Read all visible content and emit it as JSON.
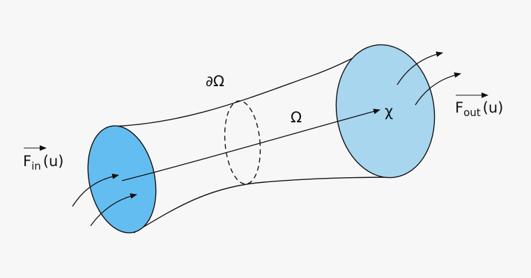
{
  "labels": {
    "boundary": "∂Ω",
    "domain": "Ω",
    "point": "χ",
    "flux_in_symbol": "F",
    "flux_in_subscript": "in",
    "flux_in_arg": "(u)",
    "flux_out_symbol": "F",
    "flux_out_subscript": "out",
    "flux_out_arg": "(u)"
  },
  "colors": {
    "inlet_fill": "#64bdf0",
    "outlet_fill": "#a9d6ef",
    "stroke": "#111111",
    "background": "#f7f7f7"
  }
}
